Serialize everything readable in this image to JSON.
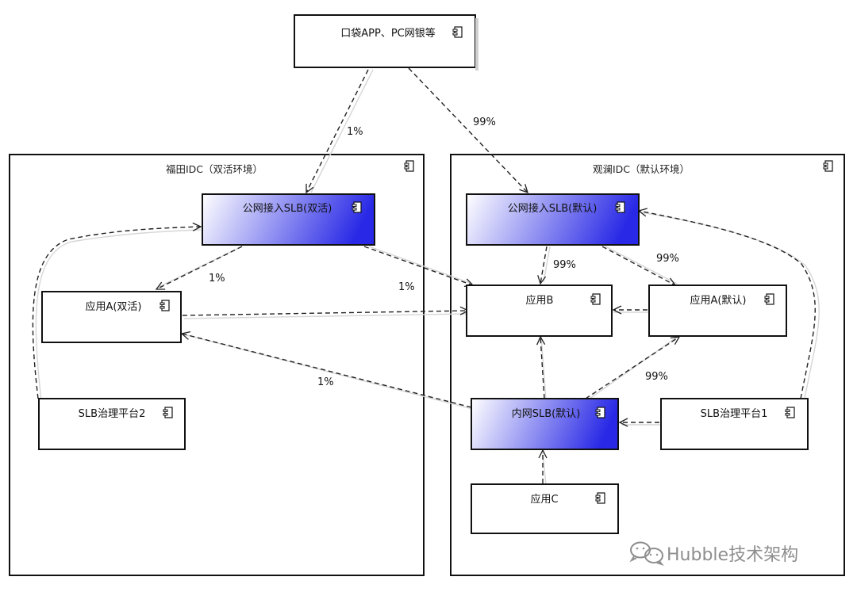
{
  "containers": {
    "futian": "福田IDC（双活环境）",
    "guanlan": "观澜IDC（默认环境）"
  },
  "components": {
    "client": "口袋APP、PC网银等",
    "futian_slb": "公网接入SLB(双活)",
    "app_a_active": "应用A(双活)",
    "slb_admin_2": "SLB治理平台2",
    "guanlan_slb": "公网接入SLB(默认)",
    "app_b": "应用B",
    "app_a_default": "应用A(默认)",
    "internal_slb": "内网SLB(默认)",
    "slb_admin_1": "SLB治理平台1",
    "app_c": "应用C"
  },
  "edge_labels": {
    "client_to_futian": "1%",
    "client_to_guanlan": "99%",
    "futian_slb_to_app_a": "1%",
    "futian_slb_to_app_b": "1%",
    "guanlan_slb_to_app_b": "99%",
    "guanlan_slb_to_app_a_default": "99%",
    "internal_to_app_a_default": "99%",
    "internal_to_app_a_active": "1%"
  },
  "watermark": {
    "text": "Hubble技术架构",
    "icon": "wechat-icon"
  },
  "colors": {
    "gradient_start": "#ffffff",
    "gradient_end": "#3030e8",
    "border": "#111111",
    "edge": "#222222",
    "edge_shadow": "#d8d8d8"
  }
}
